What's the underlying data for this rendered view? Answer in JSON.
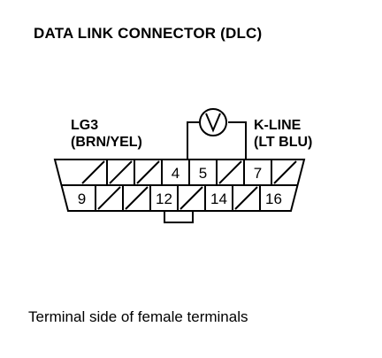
{
  "title": "DATA LINK CONNECTOR (DLC)",
  "left_label": {
    "line1": "LG3",
    "line2": "(BRN/YEL)"
  },
  "right_label": {
    "line1": "K-LINE",
    "line2": "(LT BLU)"
  },
  "meter_symbol": "V",
  "pins": {
    "top": [
      "",
      "",
      "",
      "4",
      "5",
      "",
      "7",
      ""
    ],
    "bottom": [
      "9",
      "",
      "",
      "12",
      "",
      "14",
      "",
      "16"
    ]
  },
  "caption": "Terminal side of female terminals"
}
